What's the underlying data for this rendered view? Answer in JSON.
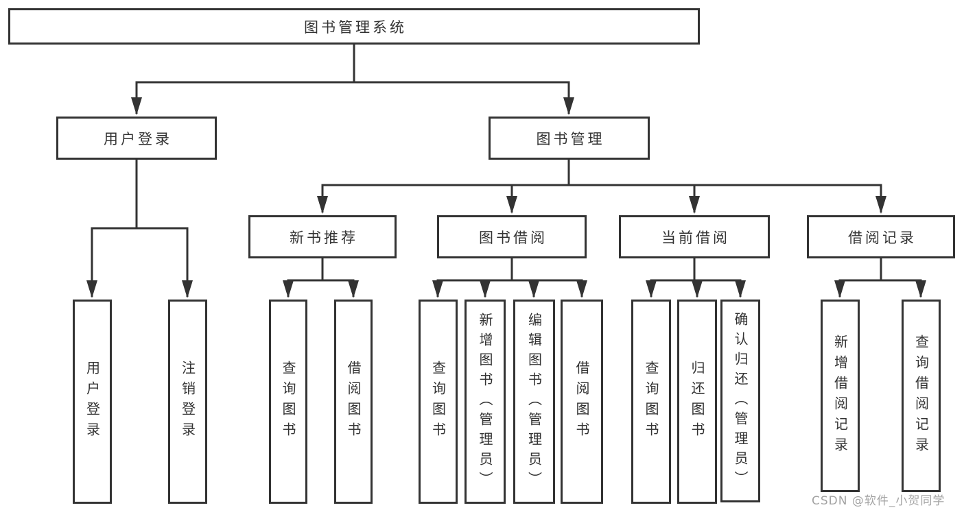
{
  "tree": {
    "root": {
      "label": "图书管理系统"
    },
    "children": [
      {
        "label": "用户登录",
        "children": [
          {
            "label": "用户登录"
          },
          {
            "label": "注销登录"
          }
        ]
      },
      {
        "label": "图书管理",
        "children": [
          {
            "label": "新书推荐",
            "children": [
              {
                "label": "查询图书"
              },
              {
                "label": "借阅图书"
              }
            ]
          },
          {
            "label": "图书借阅",
            "children": [
              {
                "label": "查询图书"
              },
              {
                "label": "新增图书（管理员）"
              },
              {
                "label": "编辑图书（管理员）"
              },
              {
                "label": "借阅图书"
              }
            ]
          },
          {
            "label": "当前借阅",
            "children": [
              {
                "label": "查询图书"
              },
              {
                "label": "归还图书"
              },
              {
                "label": "确认归还（管理员）"
              }
            ]
          },
          {
            "label": "借阅记录",
            "children": [
              {
                "label": "新增借阅记录"
              },
              {
                "label": "查询借阅记录"
              }
            ]
          }
        ]
      }
    ]
  },
  "watermark": {
    "text": "CSDN @软件_小贺同学"
  },
  "colors": {
    "line": "#333333",
    "text": "#333333",
    "watermark": "#a3a3a3",
    "background": "#ffffff"
  }
}
